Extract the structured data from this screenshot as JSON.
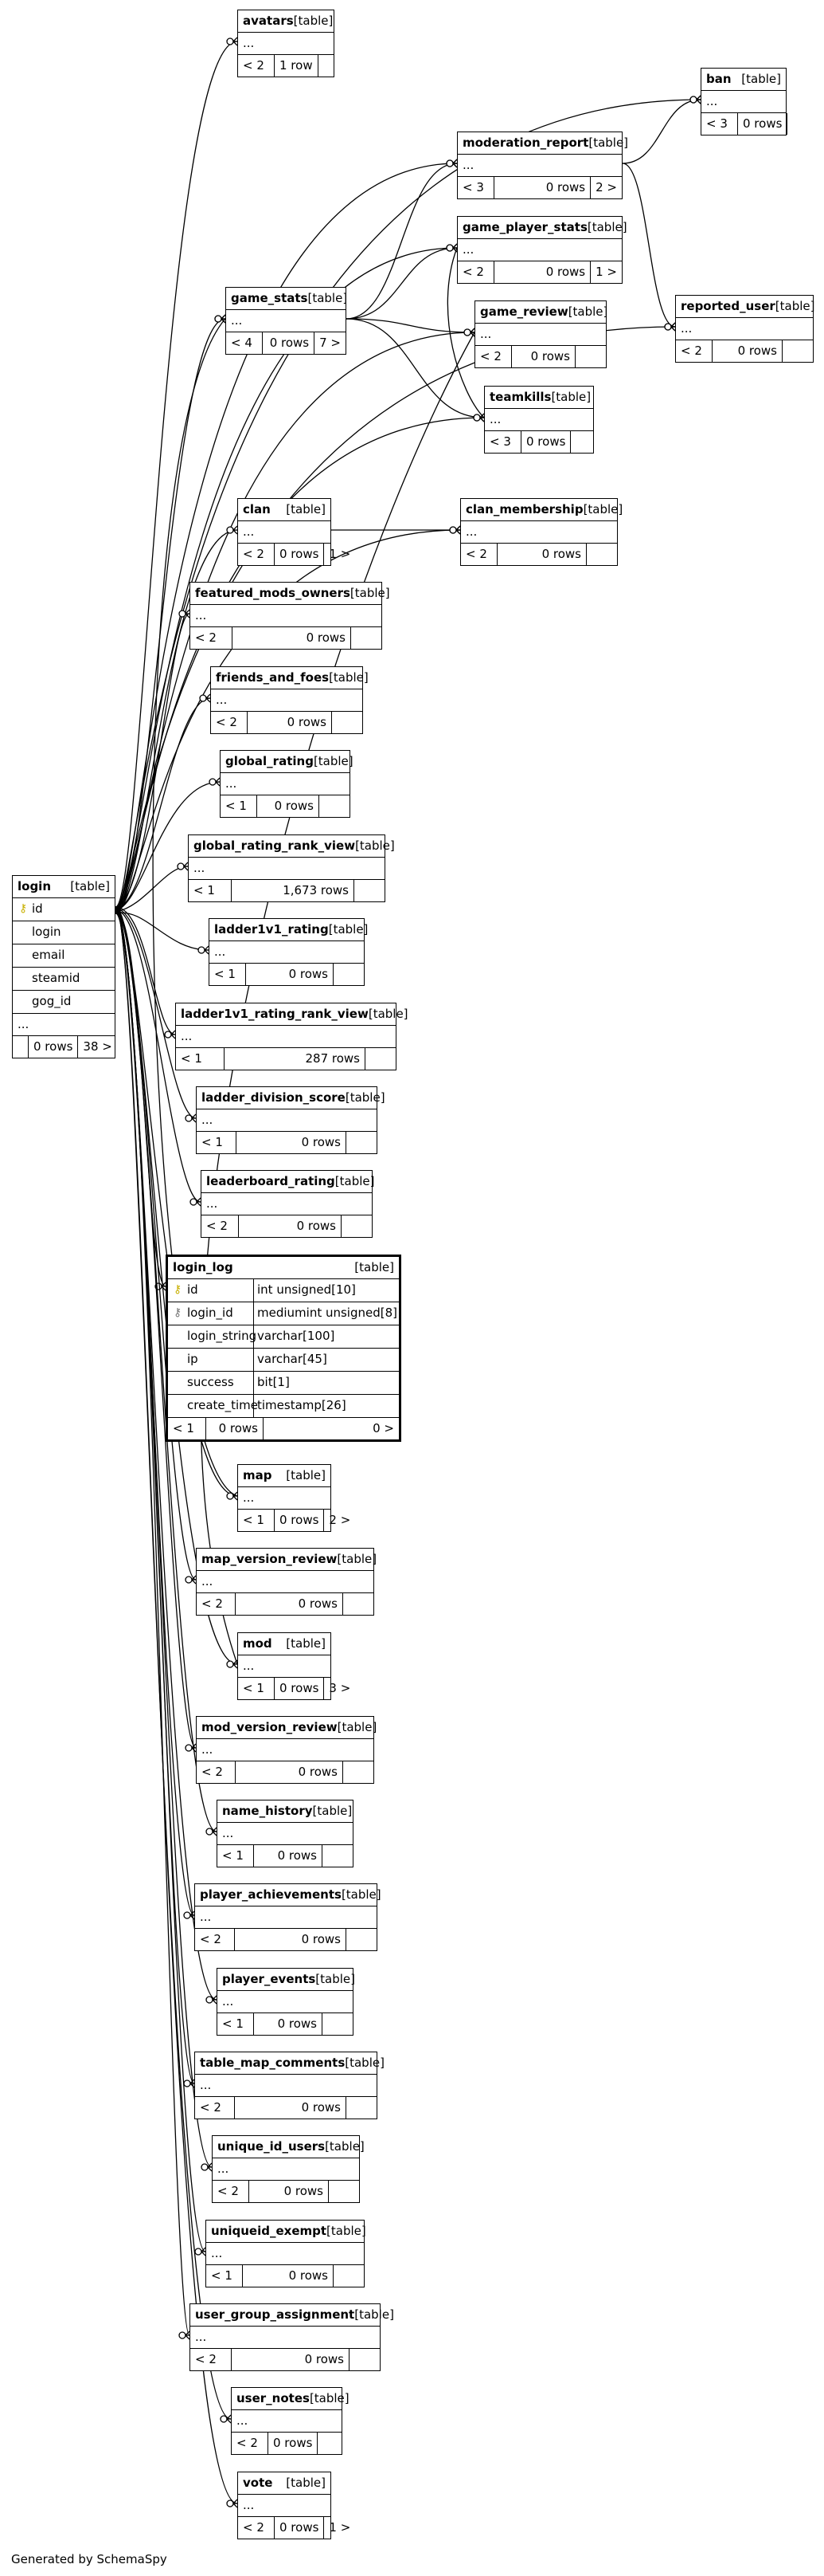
{
  "tables": [
    {
      "id": "avatars",
      "name": "avatars",
      "kind": "[table]",
      "parents": "< 2",
      "rows": "1 row",
      "children": ""
    },
    {
      "id": "ban",
      "name": "ban",
      "kind": "[table]",
      "parents": "< 3",
      "rows": "0 rows",
      "children": ""
    },
    {
      "id": "moderation_report",
      "name": "moderation_report",
      "kind": "[table]",
      "parents": "< 3",
      "rows": "0 rows",
      "children": "2 >"
    },
    {
      "id": "game_player_stats",
      "name": "game_player_stats",
      "kind": "[table]",
      "parents": "< 2",
      "rows": "0 rows",
      "children": "1 >"
    },
    {
      "id": "game_stats",
      "name": "game_stats",
      "kind": "[table]",
      "parents": "< 4",
      "rows": "0 rows",
      "children": "7 >"
    },
    {
      "id": "game_review",
      "name": "game_review",
      "kind": "[table]",
      "parents": "< 2",
      "rows": "0 rows",
      "children": ""
    },
    {
      "id": "reported_user",
      "name": "reported_user",
      "kind": "[table]",
      "parents": "< 2",
      "rows": "0 rows",
      "children": ""
    },
    {
      "id": "teamkills",
      "name": "teamkills",
      "kind": "[table]",
      "parents": "< 3",
      "rows": "0 rows",
      "children": ""
    },
    {
      "id": "clan",
      "name": "clan",
      "kind": "[table]",
      "parents": "< 2",
      "rows": "0 rows",
      "children": "1 >"
    },
    {
      "id": "clan_membership",
      "name": "clan_membership",
      "kind": "[table]",
      "parents": "< 2",
      "rows": "0 rows",
      "children": ""
    },
    {
      "id": "featured_mods_owners",
      "name": "featured_mods_owners",
      "kind": "[table]",
      "parents": "< 2",
      "rows": "0 rows",
      "children": ""
    },
    {
      "id": "friends_and_foes",
      "name": "friends_and_foes",
      "kind": "[table]",
      "parents": "< 2",
      "rows": "0 rows",
      "children": ""
    },
    {
      "id": "global_rating",
      "name": "global_rating",
      "kind": "[table]",
      "parents": "< 1",
      "rows": "0 rows",
      "children": ""
    },
    {
      "id": "global_rating_rank_view",
      "name": "global_rating_rank_view",
      "kind": "[table]",
      "parents": "< 1",
      "rows": "1,673 rows",
      "children": ""
    },
    {
      "id": "ladder1v1_rating",
      "name": "ladder1v1_rating",
      "kind": "[table]",
      "parents": "< 1",
      "rows": "0 rows",
      "children": ""
    },
    {
      "id": "ladder1v1_rating_rank_view",
      "name": "ladder1v1_rating_rank_view",
      "kind": "[table]",
      "parents": "< 1",
      "rows": "287 rows",
      "children": ""
    },
    {
      "id": "ladder_division_score",
      "name": "ladder_division_score",
      "kind": "[table]",
      "parents": "< 1",
      "rows": "0 rows",
      "children": ""
    },
    {
      "id": "leaderboard_rating",
      "name": "leaderboard_rating",
      "kind": "[table]",
      "parents": "< 2",
      "rows": "0 rows",
      "children": ""
    },
    {
      "id": "map",
      "name": "map",
      "kind": "[table]",
      "parents": "< 1",
      "rows": "0 rows",
      "children": "2 >"
    },
    {
      "id": "map_version_review",
      "name": "map_version_review",
      "kind": "[table]",
      "parents": "< 2",
      "rows": "0 rows",
      "children": ""
    },
    {
      "id": "mod",
      "name": "mod",
      "kind": "[table]",
      "parents": "< 1",
      "rows": "0 rows",
      "children": "3 >"
    },
    {
      "id": "mod_version_review",
      "name": "mod_version_review",
      "kind": "[table]",
      "parents": "< 2",
      "rows": "0 rows",
      "children": ""
    },
    {
      "id": "name_history",
      "name": "name_history",
      "kind": "[table]",
      "parents": "< 1",
      "rows": "0 rows",
      "children": ""
    },
    {
      "id": "player_achievements",
      "name": "player_achievements",
      "kind": "[table]",
      "parents": "< 2",
      "rows": "0 rows",
      "children": ""
    },
    {
      "id": "player_events",
      "name": "player_events",
      "kind": "[table]",
      "parents": "< 1",
      "rows": "0 rows",
      "children": ""
    },
    {
      "id": "table_map_comments",
      "name": "table_map_comments",
      "kind": "[table]",
      "parents": "< 2",
      "rows": "0 rows",
      "children": ""
    },
    {
      "id": "unique_id_users",
      "name": "unique_id_users",
      "kind": "[table]",
      "parents": "< 2",
      "rows": "0 rows",
      "children": ""
    },
    {
      "id": "uniqueid_exempt",
      "name": "uniqueid_exempt",
      "kind": "[table]",
      "parents": "< 1",
      "rows": "0 rows",
      "children": ""
    },
    {
      "id": "user_group_assignment",
      "name": "user_group_assignment",
      "kind": "[table]",
      "parents": "< 2",
      "rows": "0 rows",
      "children": ""
    },
    {
      "id": "user_notes",
      "name": "user_notes",
      "kind": "[table]",
      "parents": "< 2",
      "rows": "0 rows",
      "children": ""
    },
    {
      "id": "vote",
      "name": "vote",
      "kind": "[table]",
      "parents": "< 2",
      "rows": "0 rows",
      "children": "1 >"
    }
  ],
  "login": {
    "name": "login",
    "kind": "[table]",
    "columns": [
      {
        "name": "id",
        "key": "pk"
      },
      {
        "name": "login",
        "key": ""
      },
      {
        "name": "email",
        "key": ""
      },
      {
        "name": "steamid",
        "key": ""
      },
      {
        "name": "gog_id",
        "key": ""
      }
    ],
    "parents": "",
    "rows": "0 rows",
    "children": "38 >"
  },
  "login_log": {
    "name": "login_log",
    "kind": "[table]",
    "columns": [
      {
        "name": "id",
        "type": "int unsigned[10]",
        "key": "pk"
      },
      {
        "name": "login_id",
        "type": "mediumint unsigned[8]",
        "key": "fk"
      },
      {
        "name": "login_string",
        "type": "varchar[100]",
        "key": ""
      },
      {
        "name": "ip",
        "type": "varchar[45]",
        "key": ""
      },
      {
        "name": "success",
        "type": "bit[1]",
        "key": ""
      },
      {
        "name": "create_time",
        "type": "timestamp[26]",
        "key": ""
      }
    ],
    "parents": "< 1",
    "rows": "0 rows",
    "children": "0 >"
  },
  "ellipsis": "...",
  "key_glyph": "⚷",
  "footer": "Generated by SchemaSpy"
}
